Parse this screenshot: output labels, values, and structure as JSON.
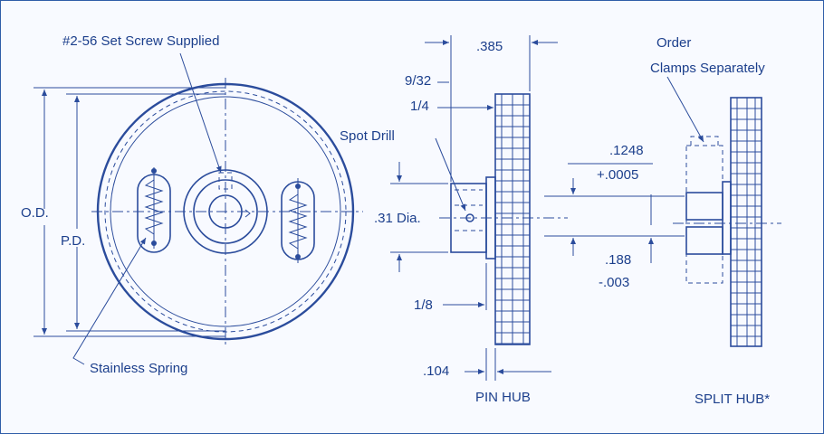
{
  "colors": {
    "ink": "#2b4c9c",
    "text": "#1c3f8c",
    "frame": "#2f5da8",
    "paper": "#f8faff"
  },
  "labels": {
    "set_screw": "#2-56 Set Screw Supplied",
    "od": "O.D.",
    "pd": "P.D.",
    "stainless_spring": "Stainless Spring",
    "dim_385": ".385",
    "dim_9_32": "9/32",
    "dim_1_4": "1/4",
    "spot_drill": "Spot Drill",
    "dim_31_dia": ".31 Dia.",
    "dim_1_8": "1/8",
    "dim_104": ".104",
    "pin_hub": "PIN HUB",
    "order_1": "Order",
    "order_2": "Clamps Separately",
    "dim_1248": ".1248",
    "dim_0005": "+.0005",
    "dim_188": ".188",
    "dim_003": "-.003",
    "split_hub": "SPLIT HUB*"
  }
}
